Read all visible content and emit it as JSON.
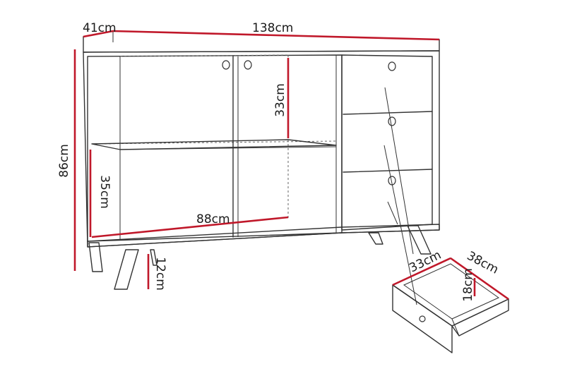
{
  "accent_color": "#c0182a",
  "dimensions": {
    "depth": "41cm",
    "width": "138cm",
    "height": "86cm",
    "upper_shelf_height": "33cm",
    "lower_shelf_height": "35cm",
    "inner_width": "88cm",
    "leg_height": "12cm",
    "drawer_depth": "33cm",
    "drawer_width": "38cm",
    "drawer_height": "18cm"
  }
}
